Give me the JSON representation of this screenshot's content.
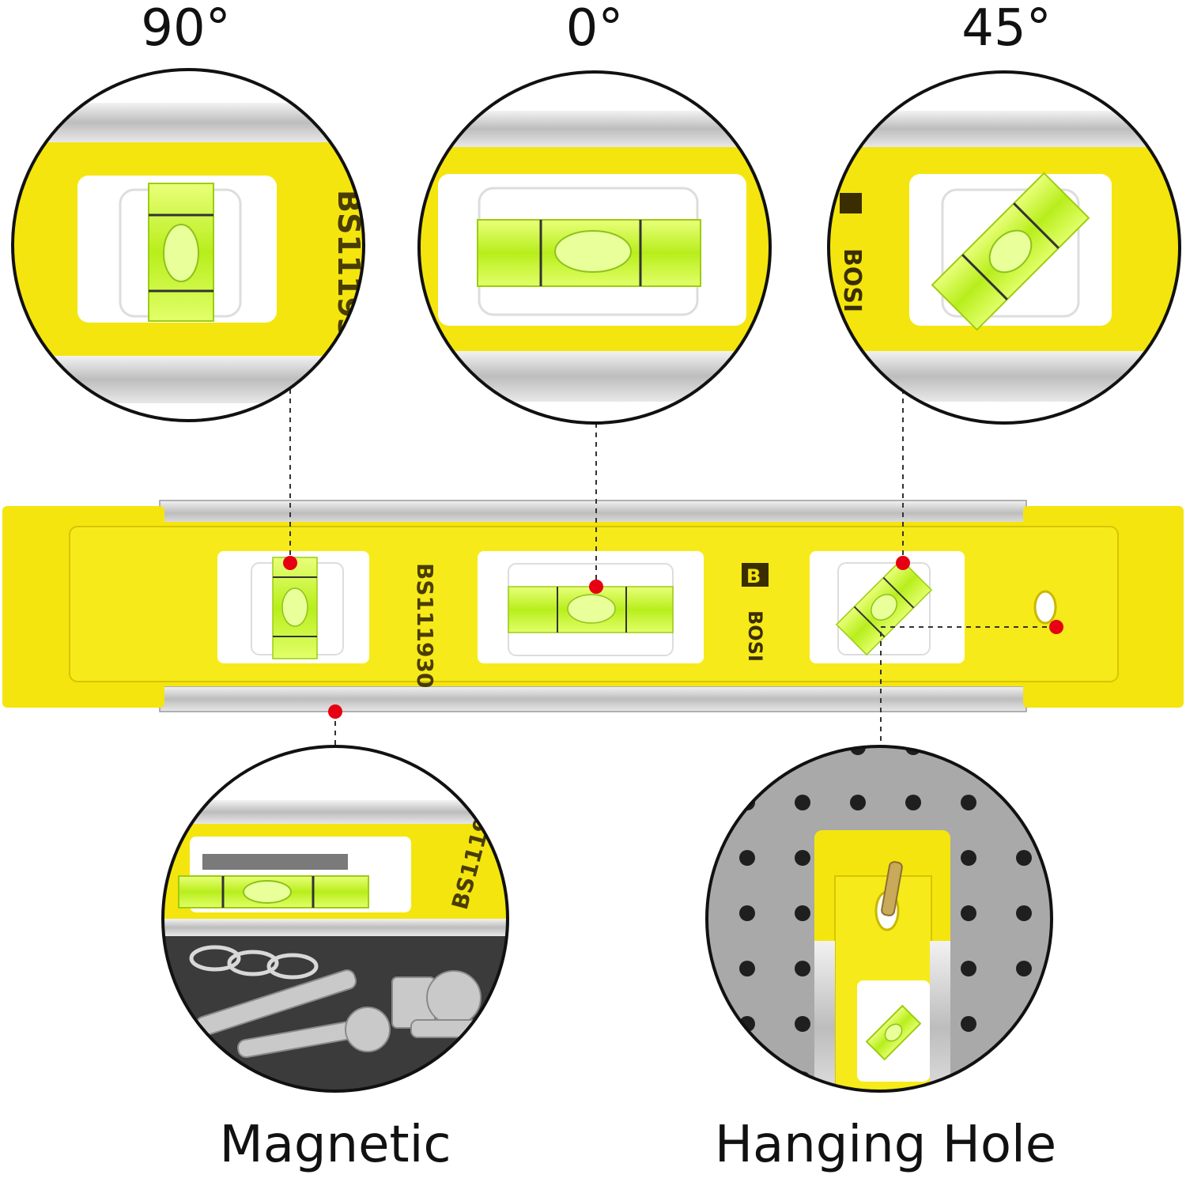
{
  "angles": {
    "vertical": "90°",
    "horizontal": "0°",
    "diagonal": "45°"
  },
  "features": {
    "magnetic": "Magnetic",
    "hanging_hole": "Hanging Hole"
  },
  "level": {
    "model": "BS111930",
    "brand": "BOSI",
    "logo": "B"
  },
  "colors": {
    "body": "#f4e50f",
    "body_dark": "#e6d400",
    "rail": "#cfcfcf",
    "vial": "#c9f23a",
    "marker": "#e60012",
    "outline": "#111111"
  }
}
